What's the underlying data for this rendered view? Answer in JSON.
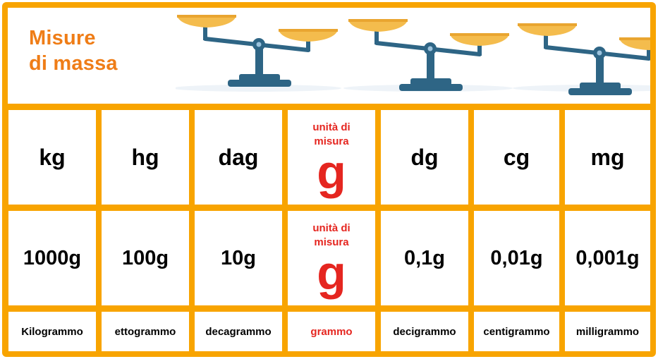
{
  "title": {
    "line1": "Misure",
    "line2": "di massa"
  },
  "colors": {
    "frame": "#f8a400",
    "title": "#ef7d17",
    "highlight": "#e52620",
    "scale_body": "#2e6585",
    "scale_pan": "#f4bc4d"
  },
  "icons": [
    "balance-scale-icon",
    "balance-scale-icon",
    "balance-scale-icon"
  ],
  "columns": [
    {
      "symbol": "kg",
      "value": "1000g",
      "name": "Kilogrammo"
    },
    {
      "symbol": "hg",
      "value": "100g",
      "name": "ettogrammo"
    },
    {
      "symbol": "dag",
      "value": "10g",
      "name": "decagrammo"
    },
    {
      "note": "unità di misura",
      "symbol": "g",
      "value_note": "unità di misura",
      "value": "g",
      "name": "grammo"
    },
    {
      "symbol": "dg",
      "value": "0,1g",
      "name": "decigrammo"
    },
    {
      "symbol": "cg",
      "value": "0,01g",
      "name": "centigrammo"
    },
    {
      "symbol": "mg",
      "value": "0,001g",
      "name": "milligrammo"
    }
  ]
}
